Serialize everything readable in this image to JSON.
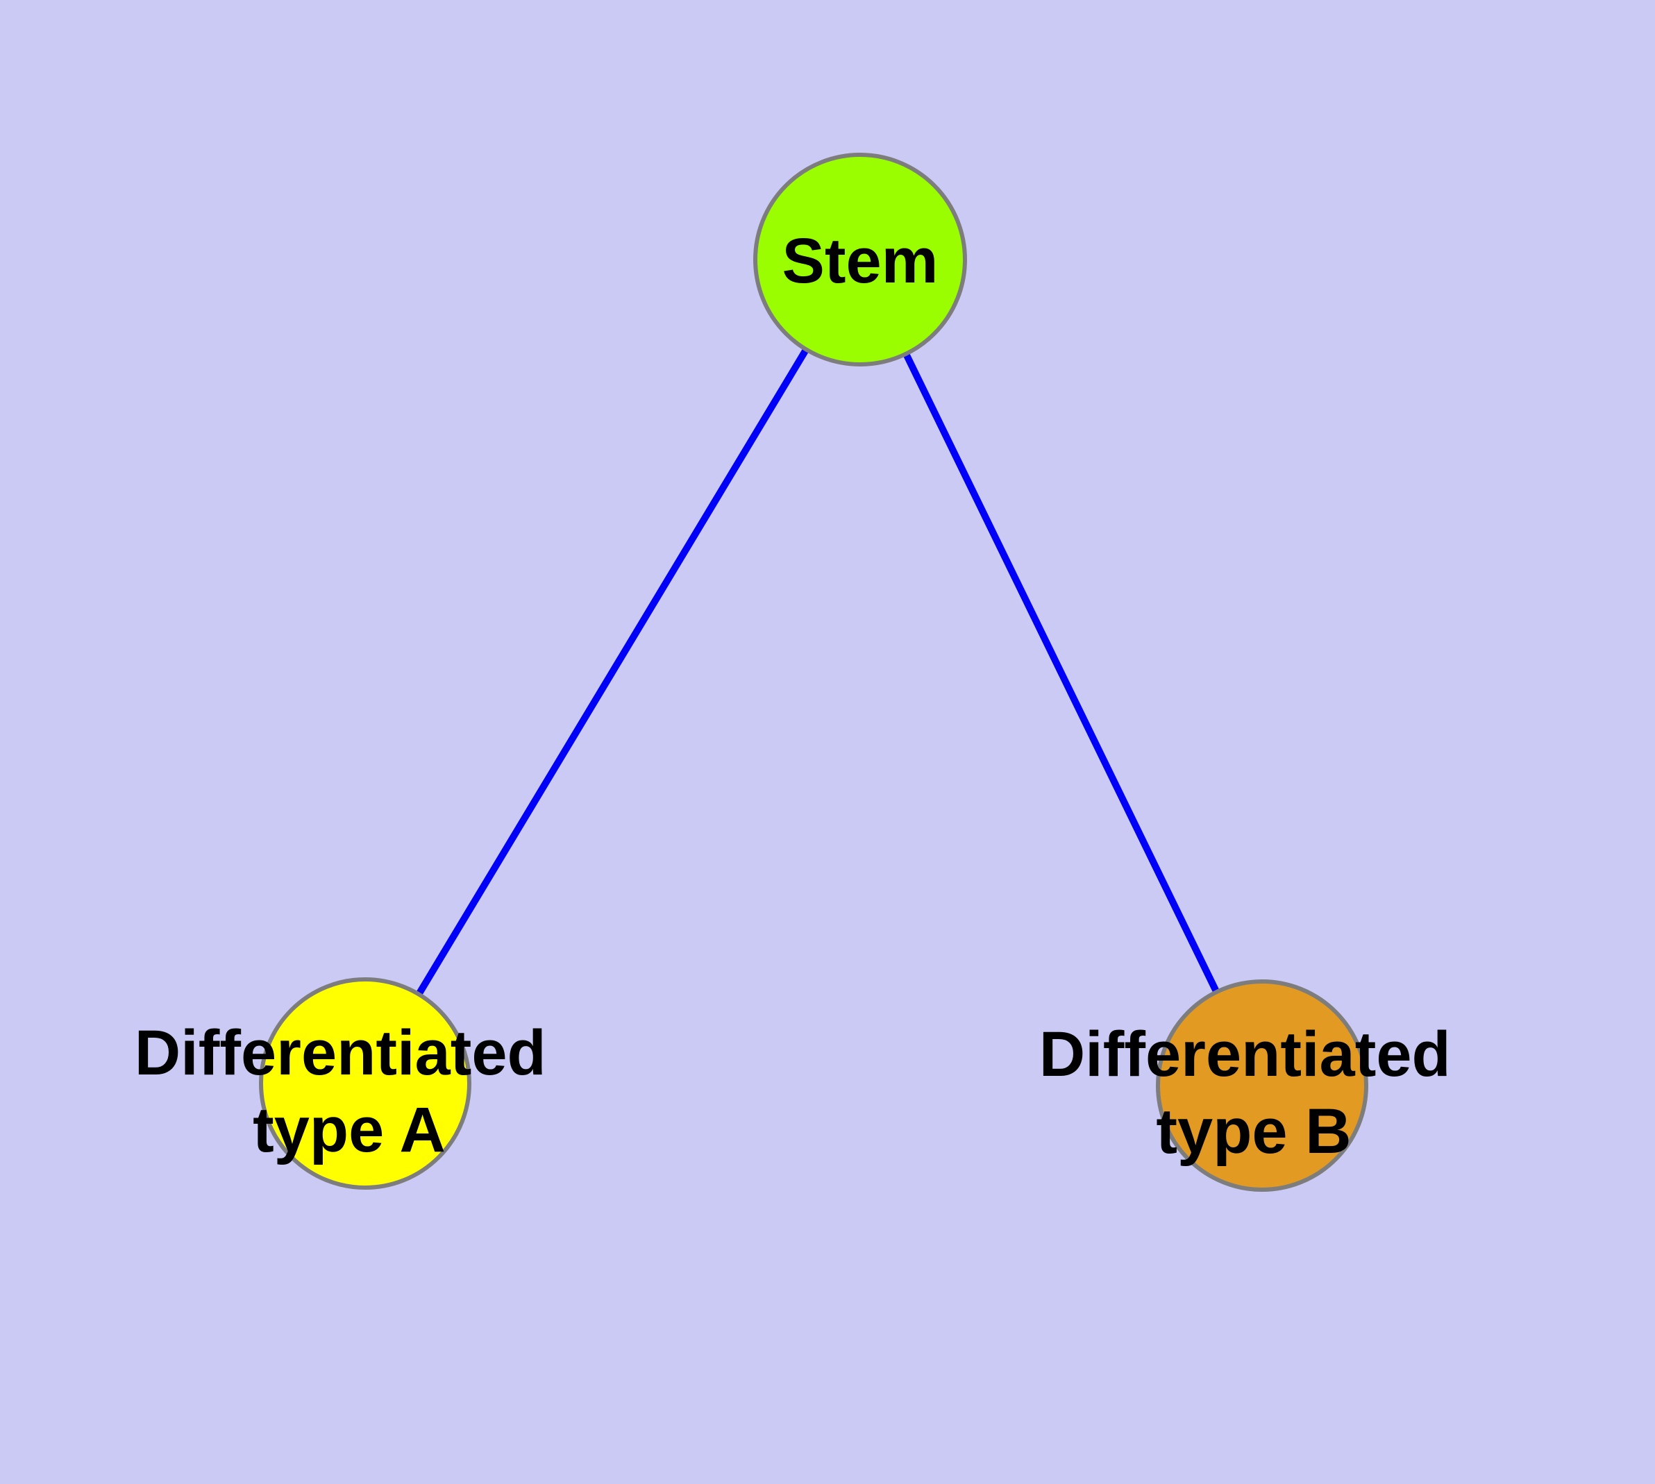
{
  "diagram": {
    "type": "node-link-graph",
    "title": "",
    "colors": {
      "background": "#CACAF5",
      "edge": "#0000F8",
      "node_border": "#7D7D7D",
      "label_text": "#000000"
    },
    "nodes": [
      {
        "id": "stem",
        "label": "Stem",
        "label_line1": "Stem",
        "label_line2": "",
        "color": "#9AFE00"
      },
      {
        "id": "differentiated-type-a",
        "label": "Differentiated type A",
        "label_line1": "Differentiated",
        "label_line2": "type A",
        "color": "#FFFF00"
      },
      {
        "id": "differentiated-type-b",
        "label": "Differentiated type B",
        "label_line1": "Differentiated",
        "label_line2": "type B",
        "color": "#E29A23"
      }
    ],
    "edges": [
      {
        "from": "stem",
        "to": "differentiated-type-a"
      },
      {
        "from": "stem",
        "to": "differentiated-type-b"
      }
    ]
  }
}
